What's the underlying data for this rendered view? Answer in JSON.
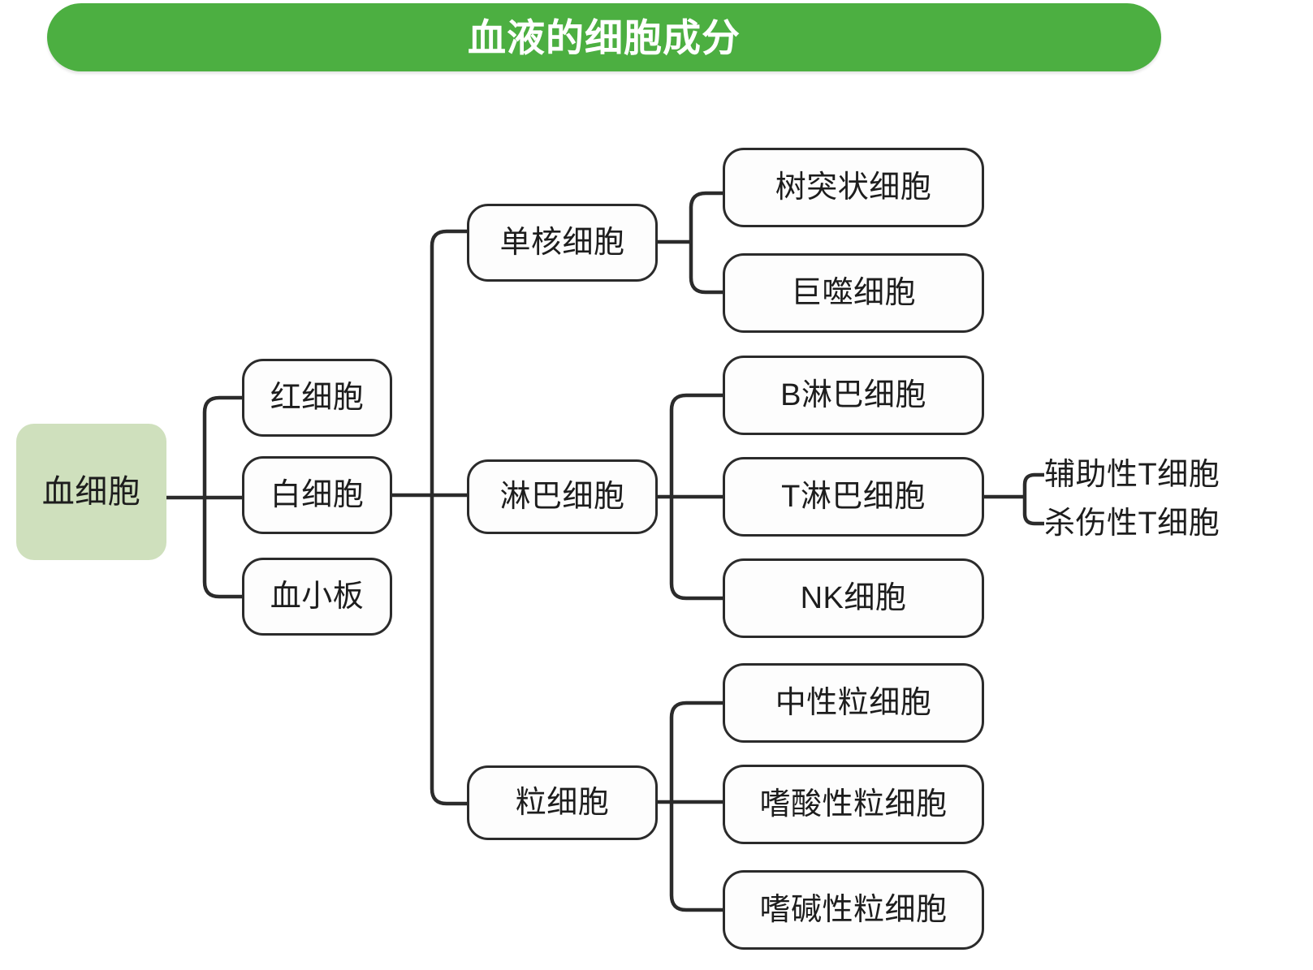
{
  "header": {
    "title": "血液的细胞成分",
    "bg_color": "#4caf41",
    "text_color": "#ffffff"
  },
  "theme": {
    "root_fill": "#cfe0bd",
    "node_fill": "#fdfdfd",
    "node_stroke": "#2b2b2b",
    "text_color": "#1d1d1d",
    "background": "#ffffff"
  },
  "diagram": {
    "type": "tree",
    "orientation": "left-to-right",
    "root": {
      "label": "血细胞"
    },
    "level2": [
      {
        "label": "红细胞"
      },
      {
        "label": "白细胞"
      },
      {
        "label": "血小板"
      }
    ],
    "level3": [
      {
        "label": "单核细胞"
      },
      {
        "label": "淋巴细胞"
      },
      {
        "label": "粒细胞"
      }
    ],
    "monocyte_children": [
      {
        "label": "树突状细胞"
      },
      {
        "label": "巨噬细胞"
      }
    ],
    "lymphocyte_children": [
      {
        "label": "B淋巴细胞"
      },
      {
        "label": "T淋巴细胞"
      },
      {
        "label": "NK细胞"
      }
    ],
    "tcell_children": [
      {
        "label": "辅助性T细胞"
      },
      {
        "label": "杀伤性T细胞"
      }
    ],
    "granulocyte_children": [
      {
        "label": "中性粒细胞"
      },
      {
        "label": "嗜酸性粒细胞"
      },
      {
        "label": "嗜碱性粒细胞"
      }
    ]
  }
}
